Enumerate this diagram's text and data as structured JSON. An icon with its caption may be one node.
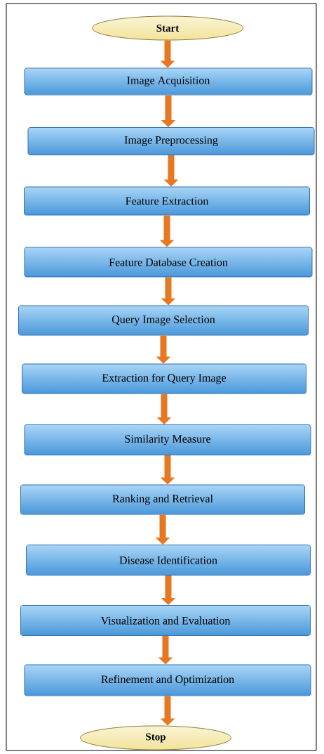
{
  "diagram": {
    "nodes": [
      {
        "text": [
          "Start"
        ]
      },
      {
        "text": [
          "Image Acquisition"
        ]
      },
      {
        "text": [
          "Image Preprocessing"
        ]
      },
      {
        "text": [
          "Feature Extraction"
        ]
      },
      {
        "text": [
          "Feature Database Creation"
        ]
      },
      {
        "text": [
          "Query Image Selection"
        ]
      },
      {
        "text": [
          "Extraction for Query Image"
        ]
      },
      {
        "text": [
          "Similarity Measure"
        ]
      },
      {
        "text": [
          "Ranking and Retrieval"
        ]
      },
      {
        "text": [
          "Disease Identification"
        ]
      },
      {
        "text": [
          "Visualization and Evaluation"
        ]
      },
      {
        "text": [
          "Refinement and Optimization"
        ]
      },
      {
        "text": [
          "Stop"
        ]
      }
    ],
    "edges": [
      {
        "from": 0,
        "to": 1,
        "arrow": "to"
      },
      {
        "from": 1,
        "to": 2,
        "arrow": "to"
      },
      {
        "from": 2,
        "to": 3,
        "arrow": "to"
      },
      {
        "from": 3,
        "to": 4,
        "arrow": "to"
      },
      {
        "from": 4,
        "to": 5,
        "arrow": "to"
      },
      {
        "from": 5,
        "to": 6,
        "arrow": "to"
      },
      {
        "from": 6,
        "to": 7,
        "arrow": "to"
      },
      {
        "from": 7,
        "to": 8,
        "arrow": "to"
      },
      {
        "from": 8,
        "to": 9,
        "arrow": "to"
      },
      {
        "from": 9,
        "to": 10,
        "arrow": "to"
      },
      {
        "from": 10,
        "to": 11,
        "arrow": "to"
      },
      {
        "from": 11,
        "to": 12,
        "arrow": "to"
      }
    ]
  }
}
